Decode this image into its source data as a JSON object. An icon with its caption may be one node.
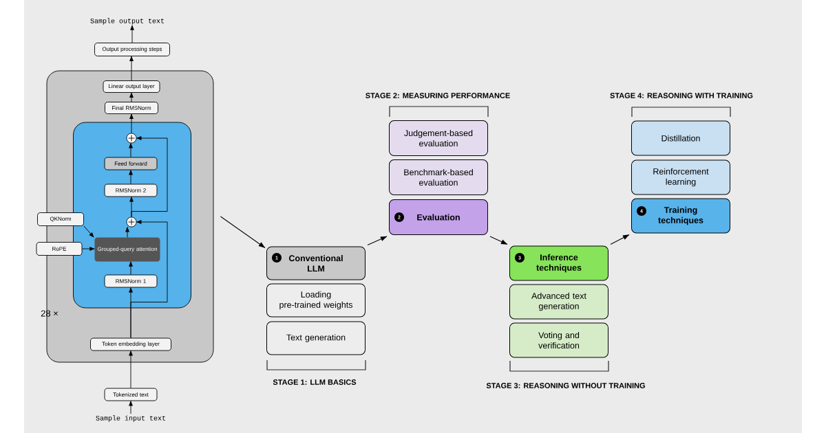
{
  "diagram": {
    "nodes": [
      {
        "text": [
          "Sample output text"
        ]
      },
      {
        "text": [
          "Output processing steps"
        ]
      },
      {
        "text": [],
        "shape": "box"
      },
      {
        "text": [
          "Linear output layer"
        ],
        "in": 2
      },
      {
        "text": [
          "Final RMSNorm"
        ],
        "in": 2
      },
      {
        "text": [],
        "shape": "box",
        "in": 2
      },
      {
        "text": [],
        "shape": "circle",
        "in": 5
      },
      {
        "text": [
          "Feed forward"
        ],
        "in": 5
      },
      {
        "text": [
          "RMSNorm 2"
        ],
        "in": 5
      },
      {
        "text": [],
        "shape": "circle",
        "in": 5
      },
      {
        "text": [
          "QKNorm"
        ]
      },
      {
        "text": [
          "RoPE"
        ]
      },
      {
        "text": [
          "Grouped-query attention"
        ],
        "in": 5
      },
      {
        "text": [
          "RMSNorm 1"
        ],
        "in": 5
      },
      {
        "text": [
          "Token embedding layer"
        ],
        "in": 2
      },
      {
        "text": [
          "Tokenized text"
        ]
      },
      {
        "text": [
          "Sample input text"
        ]
      },
      {
        "text": [
          "1",
          "Conventional LLM"
        ]
      },
      {
        "text": [
          "Loading pre-trained weights"
        ]
      },
      {
        "text": [
          "Text generation"
        ]
      },
      {
        "text": [
          "Judgement-based evaluation"
        ]
      },
      {
        "text": [
          "Benchmark-based evaluation"
        ]
      },
      {
        "text": [
          "2",
          "Evaluation"
        ]
      },
      {
        "text": [
          "3",
          "Inference techniques"
        ]
      },
      {
        "text": [
          "Advanced text generation"
        ]
      },
      {
        "text": [
          "Voting and verification"
        ]
      },
      {
        "text": [
          "Distillation"
        ]
      },
      {
        "text": [
          "Reinforcement learning"
        ]
      },
      {
        "text": [
          "4",
          "Training techniques"
        ]
      }
    ],
    "edges": [
      {
        "from": 1,
        "to": 0,
        "arrow": "to"
      },
      {
        "from": 3,
        "to": 1,
        "arrow": "to"
      },
      {
        "from": 4,
        "to": 3,
        "arrow": "to"
      },
      {
        "from": 6,
        "to": 4,
        "arrow": "to"
      },
      {
        "from": 7,
        "to": 6,
        "arrow": "to"
      },
      {
        "from": 8,
        "to": 7,
        "arrow": "to"
      },
      {
        "from": 9,
        "to": 8,
        "arrow": "to"
      },
      {
        "from": 9,
        "to": 6,
        "arrow": "to"
      },
      {
        "from": 12,
        "to": 9,
        "arrow": "to"
      },
      {
        "from": 13,
        "to": 12,
        "arrow": "to"
      },
      {
        "from": 14,
        "to": 13,
        "arrow": "to"
      },
      {
        "from": 14,
        "to": 9,
        "arrow": "to"
      },
      {
        "from": 10,
        "to": 12,
        "arrow": "to"
      },
      {
        "from": 11,
        "to": 12,
        "arrow": "to"
      },
      {
        "from": 15,
        "to": 14,
        "arrow": "to"
      },
      {
        "from": 16,
        "to": 15,
        "arrow": "to"
      },
      {
        "from": 2,
        "to": 17,
        "arrow": "to"
      },
      {
        "from": 17,
        "to": 22,
        "arrow": "to"
      },
      {
        "from": 22,
        "to": 23,
        "arrow": "to"
      },
      {
        "from": 23,
        "to": 28,
        "arrow": "to"
      }
    ],
    "labels": [
      "STAGE 2: MEASURING PERFORMANCE",
      "STAGE 4: REASONING WITH TRAINING",
      "28 ×",
      "STAGE 1: LLM BASICS",
      "STAGE 3: REASONING WITHOUT TRAINING"
    ]
  }
}
